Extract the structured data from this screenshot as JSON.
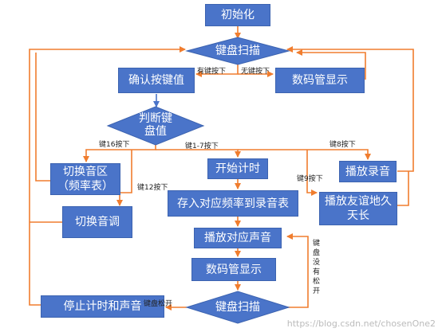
{
  "nodes": {
    "init": "初始化",
    "scan_top": "键盘扫描",
    "confirm_key": "确认按键值",
    "display_top": "数码管显示",
    "judge_line1": "判断键",
    "judge_line2": "盘值",
    "switch_range_line1": "切换音区",
    "switch_range_line2": "（频率表）",
    "switch_tone": "切换音调",
    "start_timer": "开始计时",
    "store_freq": "存入对应频率到录音表",
    "play_record": "播放录音",
    "play_song_line1": "播放友谊地久",
    "play_song_line2": "天长",
    "play_sound": "播放对应声音",
    "display_bottom": "数码管显示",
    "scan_bottom": "键盘扫描",
    "stop": "停止计时和声音"
  },
  "edge_labels": {
    "has_key": "有键按下",
    "no_key": "无键按下",
    "key16": "键16按下",
    "key1_7": "键1-7按下",
    "key8": "键8按下",
    "key9": "键9按下",
    "key12": "键12按下",
    "key_released": "键盘松开",
    "key_not_released": "键盘没有松开"
  },
  "watermark": "https://blog.csdn.net/chosenOne2",
  "colors": {
    "box_fill": "#4a74c9",
    "arrow_orange": "#f07d2e",
    "arrow_blue": "#4a74c9"
  }
}
